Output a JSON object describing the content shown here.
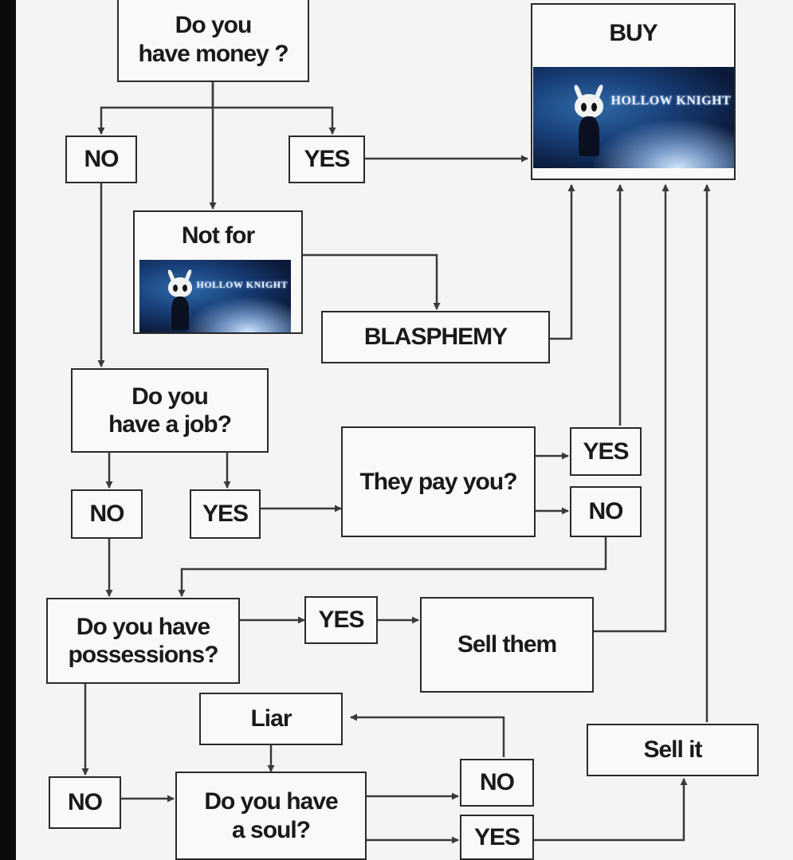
{
  "nodes": {
    "q_money": "Do you\nhave money ?",
    "buy": "BUY",
    "no_money": "NO",
    "yes_money": "YES",
    "not_for": "Not for",
    "blasphemy": "BLASPHEMY",
    "q_job": "Do you\nhave a job?",
    "no_job": "NO",
    "yes_job": "YES",
    "q_pay": "They pay you?",
    "yes_pay": "YES",
    "no_pay": "NO",
    "q_possessions": "Do you have\npossessions?",
    "yes_possessions": "YES",
    "sell_them": "Sell them",
    "liar": "Liar",
    "no_possessions": "NO",
    "q_soul": "Do you have\na soul?",
    "no_soul": "NO",
    "yes_soul": "YES",
    "sell_it": "Sell it"
  },
  "game_logo": "HOLLOW KNIGHT",
  "colors": {
    "line": "#3a3a3a",
    "border": "#2a2a2a",
    "background": "#f4f4f4"
  }
}
